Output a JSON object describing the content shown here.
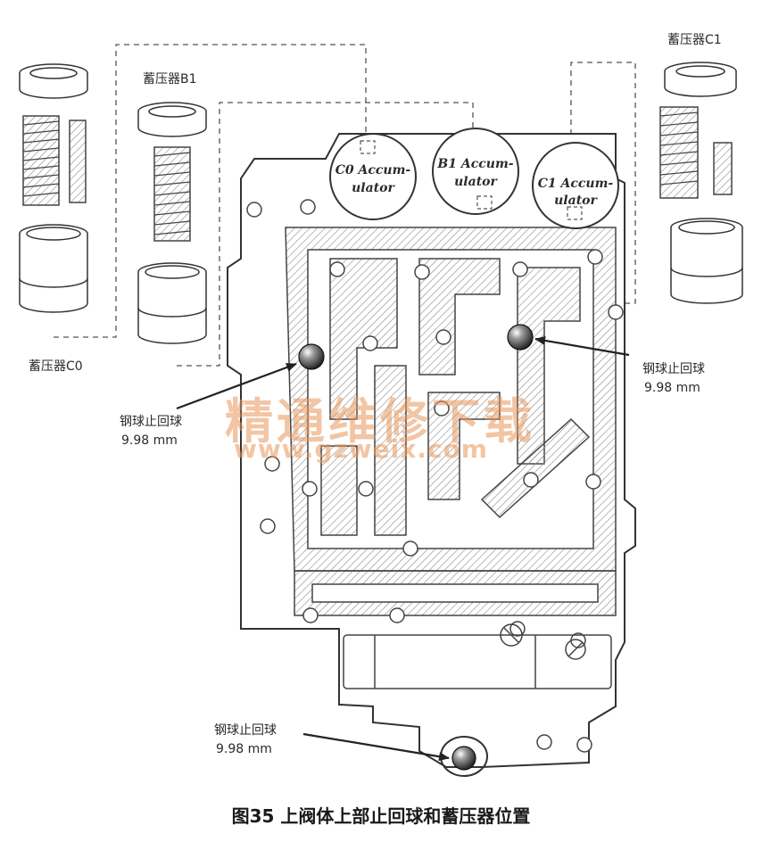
{
  "labels": {
    "accumulator_c0": "蓄压器C0",
    "accumulator_b1": "蓄压器B1",
    "accumulator_c1": "蓄压器C1",
    "check_ball_right_title": "钢球止回球",
    "check_ball_right_size": "9.98 mm",
    "check_ball_left_title": "钢球止回球",
    "check_ball_left_size": "9.98 mm",
    "check_ball_bottom_title": "钢球止回球",
    "check_ball_bottom_size": "9.98 mm"
  },
  "bores": {
    "c0_line1": "C0 Accum-",
    "c0_line2": "ulator",
    "b1_line1": "B1 Accum-",
    "b1_line2": "ulator",
    "c1_line1": "C1 Accum-",
    "c1_line2": "ulator"
  },
  "watermark": {
    "cn": "精通维修下载",
    "url": "www.gzweix.com"
  },
  "caption": "图35  上阀体上部止回球和蓄压器位置"
}
